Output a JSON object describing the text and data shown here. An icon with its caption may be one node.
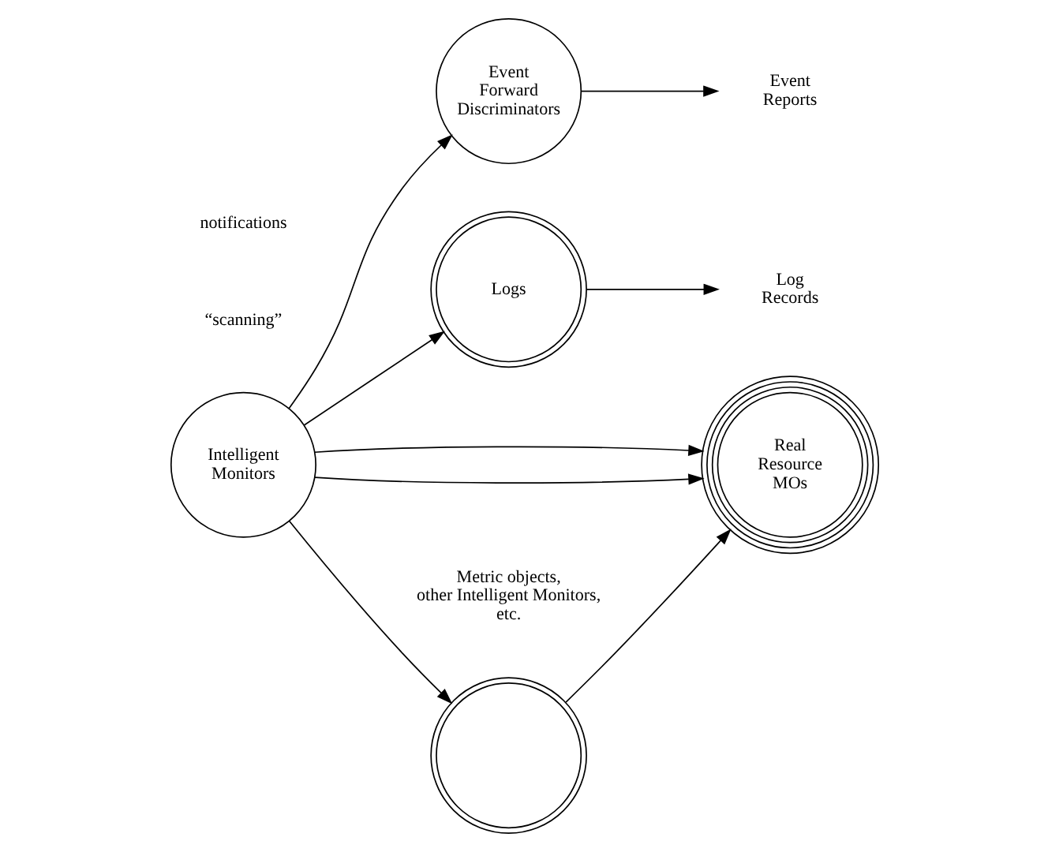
{
  "diagram": {
    "nodes": [
      {
        "text": [
          "Intelligent Monitors"
        ]
      },
      {
        "text": [],
        "shape": "circle",
        "beside": [
          "Metric objects, other Intelligent Monitors, etc."
        ]
      },
      {
        "text": [
          "Real Resource MOs"
        ]
      },
      {
        "text": [
          "Event Forward Discriminators"
        ]
      },
      {
        "text": [
          "Event Reports"
        ]
      },
      {
        "text": [
          "Logs"
        ]
      },
      {
        "text": [
          "Log Records"
        ]
      }
    ],
    "edges": [
      {
        "from": 0,
        "to": 1,
        "arrow": "to"
      },
      {
        "from": 1,
        "to": 2,
        "arrow": "to"
      },
      {
        "from": 0,
        "to": 2,
        "arrow": "to"
      },
      {
        "from": 0,
        "to": 2,
        "arrow": "to"
      },
      {
        "from": 0,
        "to": 3,
        "arrow": "to"
      },
      {
        "from": 0,
        "to": 5,
        "arrow": "to"
      },
      {
        "from": 3,
        "to": 4,
        "arrow": "to"
      },
      {
        "from": 5,
        "to": 6,
        "arrow": "to"
      }
    ],
    "labels": [
      "“scanning”",
      "notifications"
    ]
  }
}
